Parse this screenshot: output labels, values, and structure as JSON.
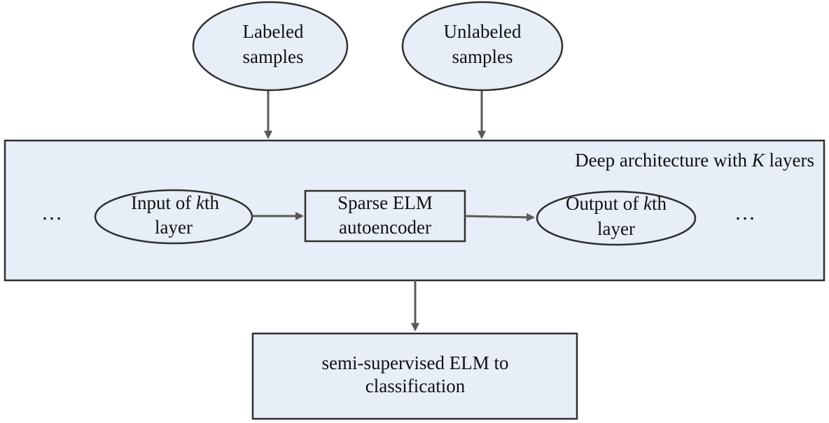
{
  "nodes": {
    "labeled": {
      "line1": "Labeled",
      "line2": "samples"
    },
    "unlabeled": {
      "line1": "Unlabeled",
      "line2": "samples"
    },
    "container": {
      "title_prefix": "Deep architecture with ",
      "title_var": "K",
      "title_suffix": " layers"
    },
    "input_layer": {
      "line1_prefix": "Input of ",
      "line1_var": "k",
      "line1_suffix": "th",
      "line2": "layer"
    },
    "autoencoder": {
      "line1": "Sparse ELM",
      "line2": "autoencoder"
    },
    "output_layer": {
      "line1_prefix": "Output of ",
      "line1_var": "k",
      "line1_suffix": "th",
      "line2": "layer"
    },
    "ellipsis_left": "…",
    "ellipsis_right": "…",
    "classifier": {
      "line1": "semi-supervised ELM to",
      "line2": "classification"
    }
  },
  "edges": [
    {
      "from": "labeled",
      "to": "container"
    },
    {
      "from": "unlabeled",
      "to": "container"
    },
    {
      "from": "input_layer",
      "to": "autoencoder"
    },
    {
      "from": "autoencoder",
      "to": "output_layer"
    },
    {
      "from": "container",
      "to": "classifier"
    }
  ],
  "colors": {
    "fill": "#e8eef7",
    "stroke": "#2f2f2f",
    "arrow": "#5a5a5a",
    "text": "#111111"
  }
}
